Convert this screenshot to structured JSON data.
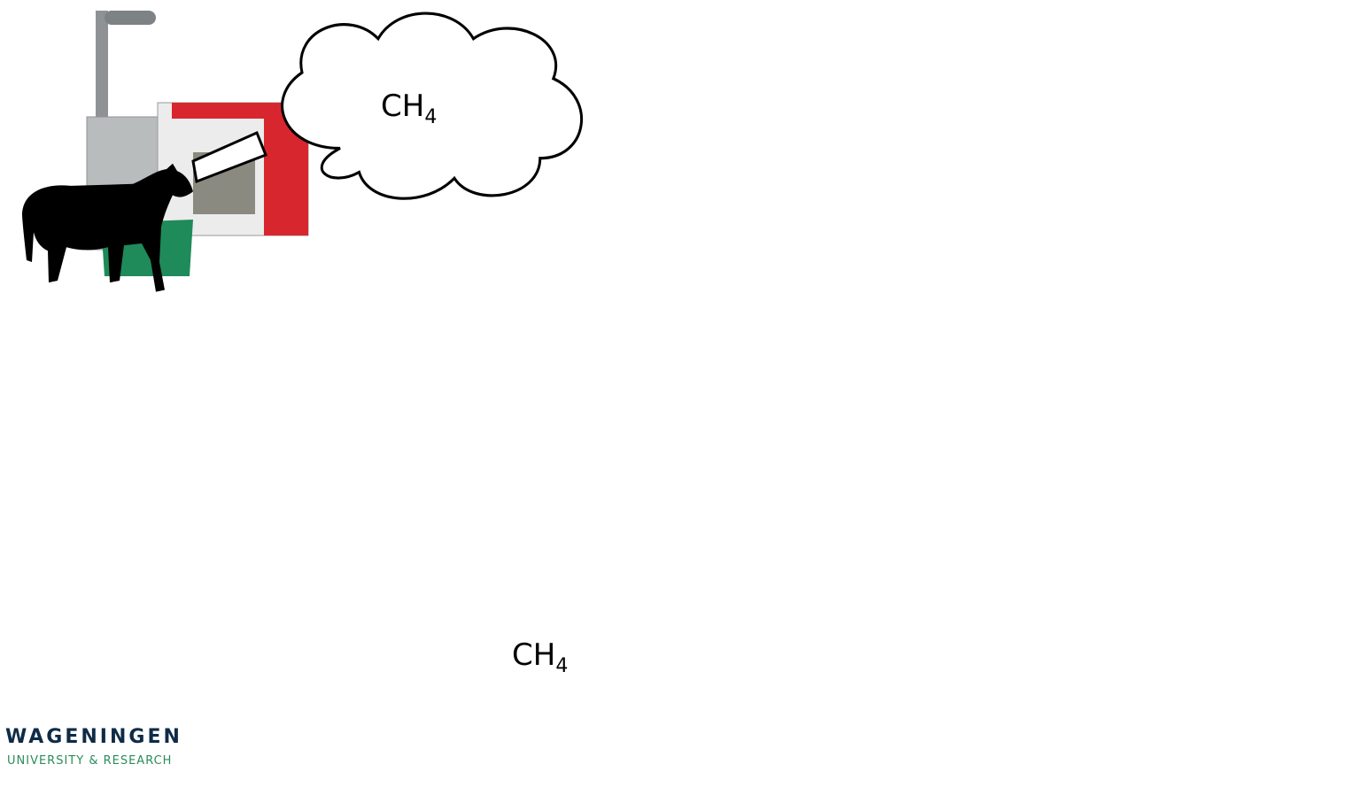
{
  "labels": {
    "ch4_top": {
      "base": "CH",
      "sub": "4"
    },
    "ch4_bottom": {
      "base": "CH",
      "sub": "4"
    }
  },
  "logo": {
    "line1": "WAGENINGEN",
    "line2": "UNIVERSITY & RESEARCH"
  },
  "colors": {
    "machine_red": "#d8262e",
    "machine_steel": "#b9bcbd",
    "feeder_green": "#1f8a5a",
    "silhouette": "#000000",
    "logo_blue": "#0f2b46",
    "logo_green": "#2a8c5a",
    "corner_mark": "#8b1c2c"
  },
  "icons": [
    "cow-icon",
    "bull-icon",
    "calf-icon",
    "gas-cloud-icon",
    "measurement-station-icon"
  ]
}
